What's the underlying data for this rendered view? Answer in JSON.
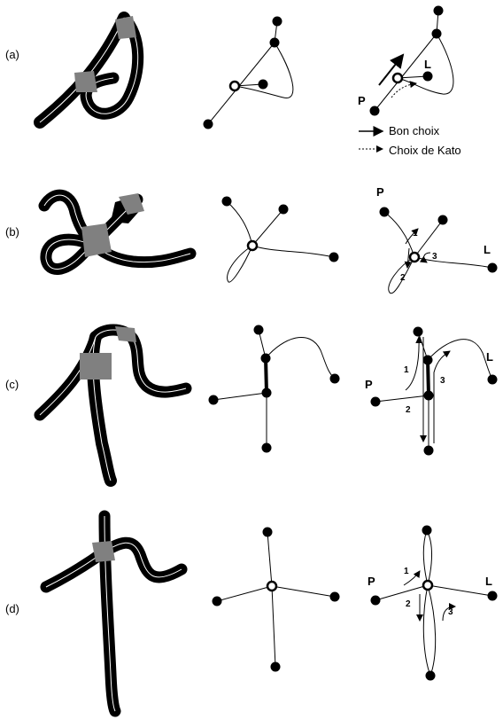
{
  "rows": [
    {
      "label": "(a)",
      "start": "P",
      "end": "L"
    },
    {
      "label": "(b)",
      "start": "P",
      "end": "L",
      "steps": [
        "1",
        "2",
        "3"
      ]
    },
    {
      "label": "(c)",
      "start": "P",
      "end": "L",
      "steps": [
        "1",
        "2",
        "3"
      ]
    },
    {
      "label": "(d)",
      "start": "P",
      "end": "L",
      "steps": [
        "1",
        "2",
        "3"
      ]
    }
  ],
  "legend": {
    "good_choice": "Bon choix",
    "kato_choice": "Choix de Kato"
  },
  "colors": {
    "stroke": "#000000",
    "junction": "#808080",
    "highlight": "#ffffff"
  }
}
